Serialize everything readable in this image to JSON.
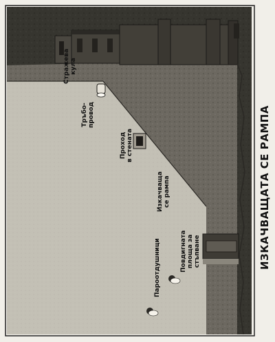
{
  "caption": "ИЗКАЧВАЩАТА СЕ РАМПА",
  "labels": {
    "watchtower": "Стражева\nкула",
    "pipeline": "Тръбо-\nпровод",
    "wall_passage": "Проход\nв стената",
    "ramp": "Изкачваща\nсе рампа",
    "lift_platform": "Повдигната\nплоща за\nстъпване",
    "steam_jets": "Пароотдушници"
  },
  "colors": {
    "wall": "#37352f",
    "ground": "#6e6a61",
    "ramp_surface": "#b9b5ab",
    "paper": "#f1efe9"
  }
}
